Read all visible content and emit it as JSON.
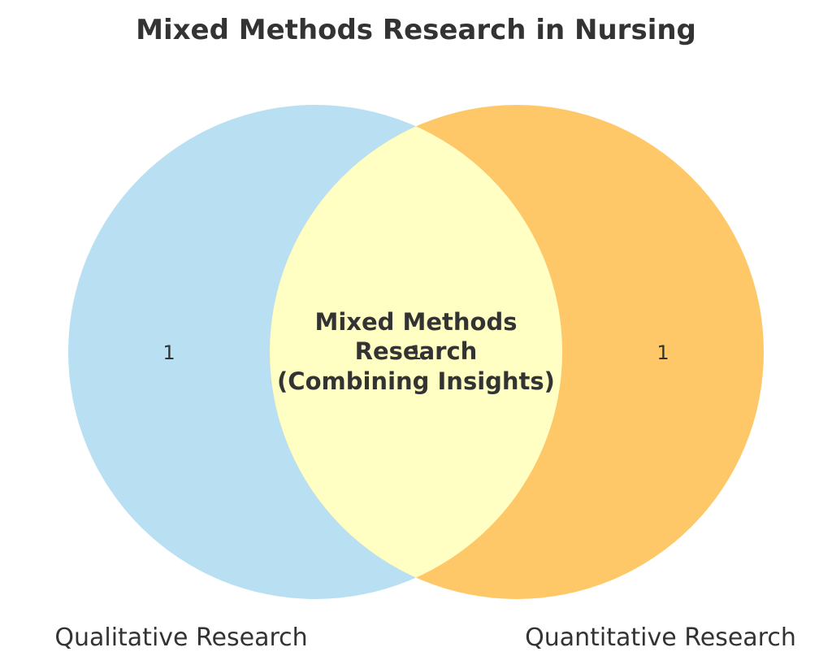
{
  "title": "Mixed Methods Research in Nursing",
  "sets": {
    "left": {
      "label": "Qualitative Research",
      "count": "1",
      "color": "#b8e0f2"
    },
    "right": {
      "label": "Quantitative Research",
      "count": "1",
      "color": "#fec868"
    }
  },
  "intersection": {
    "count": "1",
    "color": "#ffffc4",
    "lines": [
      "Mixed Methods",
      "Research",
      "(Combining Insights)"
    ]
  },
  "text_color": "#333333"
}
